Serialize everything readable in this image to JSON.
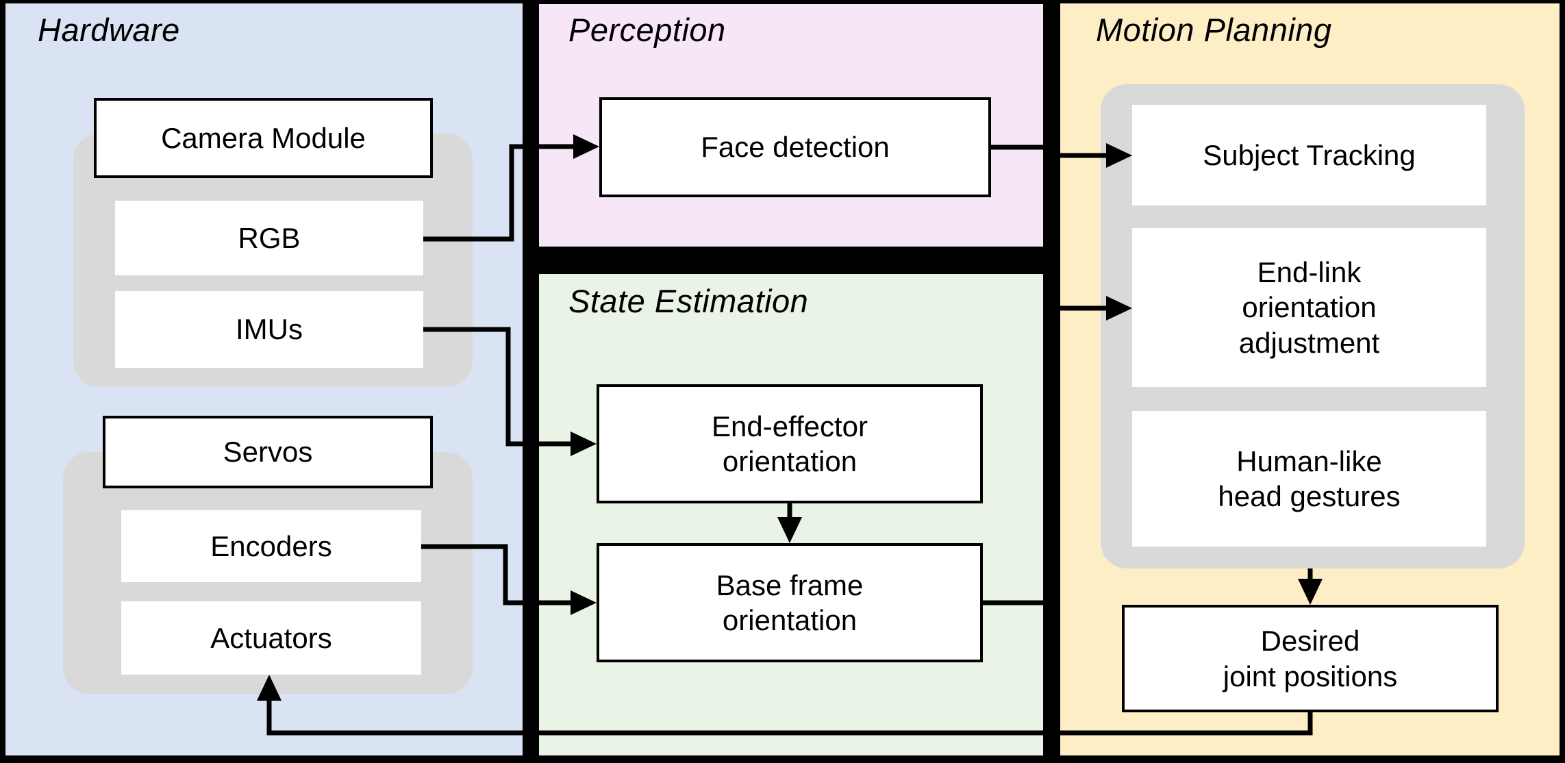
{
  "diagram": {
    "colors": {
      "background": "#000000",
      "hardware_panel": "#dae3f3",
      "perception_panel": "#f7e7f6",
      "state_estimation_panel": "#eaf4e6",
      "motion_planning_panel": "#fdeec6",
      "group_gray": "#d9d9d9",
      "box_fill": "#ffffff",
      "line_color": "#000000"
    },
    "sections": {
      "hardware": {
        "title": "Hardware",
        "boxes": {
          "camera_module": "Camera Module",
          "rgb": "RGB",
          "imus": "IMUs",
          "servos": "Servos",
          "encoders": "Encoders",
          "actuators": "Actuators"
        }
      },
      "perception": {
        "title": "Perception",
        "boxes": {
          "face_detection": "Face detection"
        }
      },
      "state_estimation": {
        "title": "State Estimation",
        "boxes": {
          "end_effector_orientation": "End-effector\norientation",
          "base_frame_orientation": "Base frame\norientation"
        }
      },
      "motion_planning": {
        "title": "Motion Planning",
        "boxes": {
          "subject_tracking": "Subject Tracking",
          "end_link_orientation_adjustment": "End-link\norientation\nadjustment",
          "human_like_head_gestures": "Human-like\nhead gestures",
          "desired_joint_positions": "Desired\njoint positions"
        }
      }
    }
  }
}
